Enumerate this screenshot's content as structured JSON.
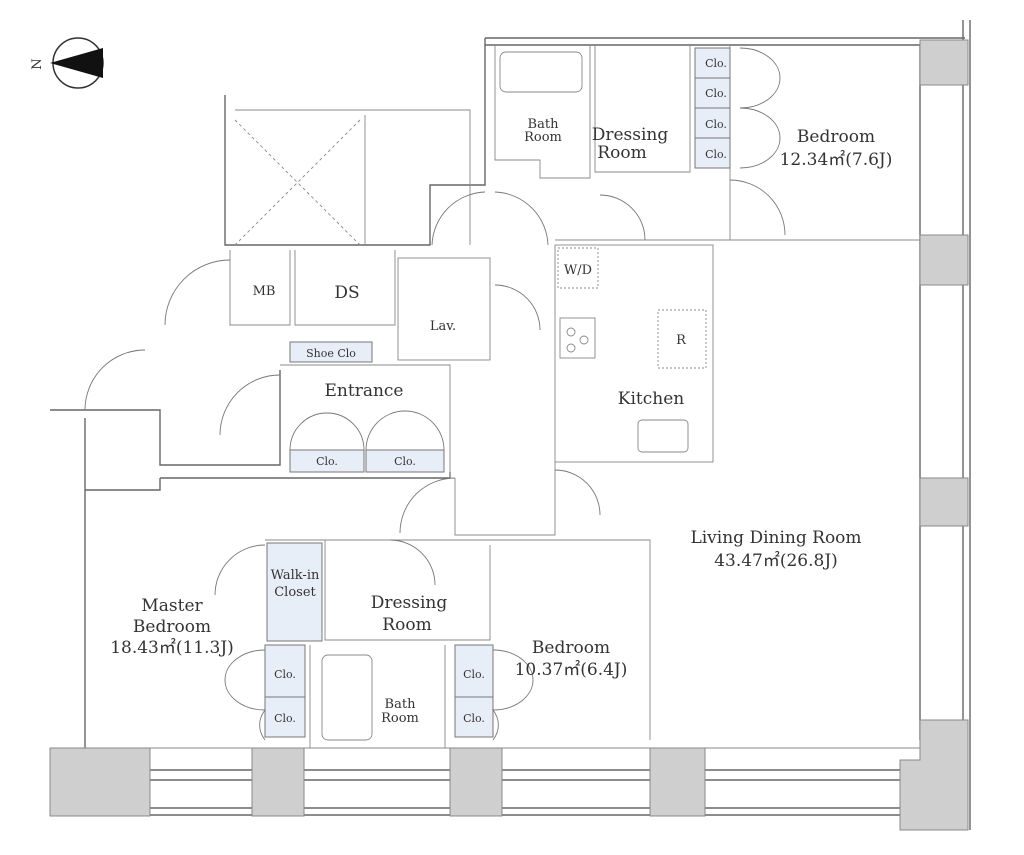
{
  "compass": {
    "north_label": "N"
  },
  "rooms": {
    "bath_room_top": {
      "line1": "Bath",
      "line2": "Room"
    },
    "dressing_room_top": {
      "line1": "Dressing",
      "line2": "Room"
    },
    "bedroom_top": {
      "name": "Bedroom",
      "area": "12.34㎡(7.6J)"
    },
    "mb": "MB",
    "ds": "DS",
    "lav": "Lav.",
    "shoe_clo": "Shoe Clo",
    "entrance": "Entrance",
    "wd": "W/D",
    "fridge": "R",
    "kitchen": "Kitchen",
    "living": {
      "name": "Living Dining Room",
      "area": "43.47㎡(26.8J)"
    },
    "walk_in": {
      "line1": "Walk-in",
      "line2": "Closet"
    },
    "master": {
      "line1": "Master",
      "line2": "Bedroom",
      "area": "18.43㎡(11.3J)"
    },
    "dressing_room_bottom": {
      "line1": "Dressing",
      "line2": "Room"
    },
    "bedroom_bottom": {
      "name": "Bedroom",
      "area": "10.37㎡(6.4J)"
    },
    "bath_room_bottom": {
      "line1": "Bath",
      "line2": "Room"
    }
  },
  "closet_label": "Clo."
}
